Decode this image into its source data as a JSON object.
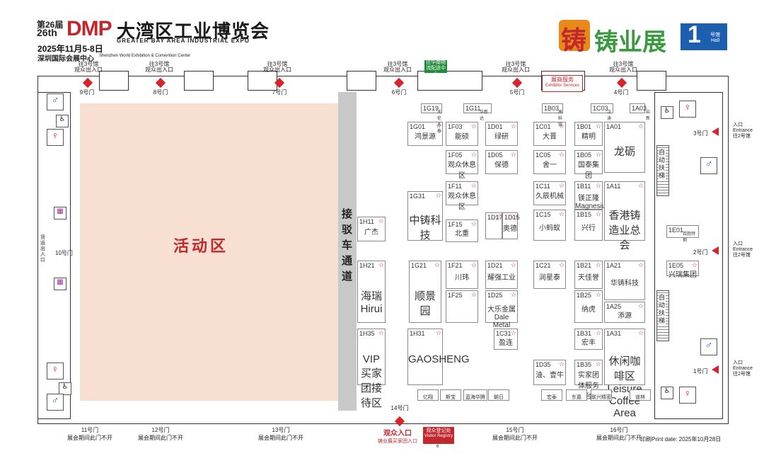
{
  "header": {
    "edition_line1": "第26届",
    "edition_line2": "26th",
    "logo_abbr": "DMP",
    "title_cn": "大湾区工业博览会",
    "title_en": "GREATER BAY AREA INDUSTRIAL EXPO",
    "dates": "2025年11月5-8日",
    "venue_cn": "深圳国际会展中心",
    "venue_en": "Shenzhen World Exhibition & Convention Center",
    "brand_glyph": "铸",
    "brand_name": "铸业展",
    "hall_number": "1",
    "hall_label_cn": "号馆",
    "hall_label_en": "Hall"
  },
  "colors": {
    "activity_area": "#f7dfd1",
    "shuttle_lane": "#c8c8c8",
    "accent_red": "#d8232a",
    "hall_blue": "#1b5fae",
    "brand_green": "#3a9a3f",
    "brand_orange": "#e88a1a"
  },
  "top_gates": [
    {
      "label": "往3号馆\n观众出入口",
      "door": "9号门"
    },
    {
      "label": "往3号馆\n观众出入口",
      "door": "8号门"
    },
    {
      "label": "往3号馆\n观众出入口",
      "door": "7号门"
    },
    {
      "label": "往3号馆\n观众出入口",
      "door": "6号门"
    },
    {
      "label": "往3号馆\n观众出入口",
      "door": "5号门"
    },
    {
      "label": "往3号馆\n观众出入口",
      "door": "4号门"
    }
  ],
  "bottom_gates": [
    {
      "door": "11号门",
      "note": "展会期间此门不开"
    },
    {
      "door": "12号门",
      "note": "展会期间此门不开"
    },
    {
      "door": "13号门",
      "note": "展会期间此门不开"
    },
    {
      "door": "14号门",
      "note": ""
    },
    {
      "door": "15号门",
      "note": "展会期间此门不开"
    },
    {
      "door": "16号门",
      "note": "展会期间此门不开"
    }
  ],
  "right_gates": [
    {
      "door": "3号门",
      "entrance_cn": "入口",
      "entrance_en": "Entrance",
      "to": "往2号馆"
    },
    {
      "door": "2号门",
      "entrance_cn": "入口",
      "entrance_en": "Entrance",
      "to": "往2号馆"
    },
    {
      "door": "1号门",
      "entrance_cn": "入口",
      "entrance_en": "Entrance",
      "to": "往2号馆"
    }
  ],
  "left_gate": {
    "door": "10号门",
    "side_label": "货运出入口"
  },
  "green_top": "往华南物流配送中心",
  "exhibitor_services": {
    "cn": "展商服务",
    "en": "Exhibitor Services"
  },
  "visitor_entrance": {
    "cn": "观众入口",
    "sub": "铸业展买家团入口"
  },
  "visitor_registry": {
    "cn": "观众登记处",
    "en": "Visitor Registry",
    "num": "6"
  },
  "activity_area": "活动区",
  "shuttle_lane": "接驳车通道",
  "print_date": "印刷Print date: 2025年10月28日",
  "escalator": "自动扶梯",
  "booths": [
    {
      "id": "1G01",
      "name": "鸿景源"
    },
    {
      "id": "1F03",
      "name": "能硕"
    },
    {
      "id": "1D01",
      "name": "绿研"
    },
    {
      "id": "1C01",
      "name": "大晋"
    },
    {
      "id": "1B01",
      "name": "精明"
    },
    {
      "id": "1A01",
      "name": "龙砺"
    },
    {
      "id": "1F05",
      "name": "观众休息区"
    },
    {
      "id": "1D05",
      "name": "保德"
    },
    {
      "id": "1C05",
      "name": "舍一"
    },
    {
      "id": "1B05",
      "name": "国泰集团"
    },
    {
      "id": "1G31",
      "name": "中铸科技"
    },
    {
      "id": "1F11",
      "name": "观众休息区"
    },
    {
      "id": "1C11",
      "name": "久辰机械"
    },
    {
      "id": "1B11",
      "name": "镁正隆 Magnesium"
    },
    {
      "id": "1A11",
      "name": "香港铸造业总会"
    },
    {
      "id": "1H11",
      "name": "广杰"
    },
    {
      "id": "1F15",
      "name": "北重"
    },
    {
      "id": "1D17",
      "name": ""
    },
    {
      "id": "1D15",
      "name": "奥德"
    },
    {
      "id": "1C15",
      "name": "小蚂蚁"
    },
    {
      "id": "1B15",
      "name": "兴行"
    },
    {
      "id": "1E01",
      "name": "百胜特钢"
    },
    {
      "id": "1H21",
      "name": "海瑞 Hirui"
    },
    {
      "id": "1G21",
      "name": "顺景园"
    },
    {
      "id": "1F21",
      "name": "川玮"
    },
    {
      "id": "1D21",
      "name": "耀强工业"
    },
    {
      "id": "1C21",
      "name": "润星泰"
    },
    {
      "id": "1B21",
      "name": "天佳誉"
    },
    {
      "id": "1A21",
      "name": "华铸科技"
    },
    {
      "id": "1E05",
      "name": "兴瑞集团"
    },
    {
      "id": "1F25",
      "name": ""
    },
    {
      "id": "1D25",
      "name": "大乐金属 Dale Metal"
    },
    {
      "id": "1B25",
      "name": "纳虎"
    },
    {
      "id": "1A25",
      "name": "添源"
    },
    {
      "id": "1H35",
      "name": "VIP 买家团接待区"
    },
    {
      "id": "1H31",
      "name": "GAOSHENG"
    },
    {
      "id": "1C31",
      "name": "盈连"
    },
    {
      "id": "1B31",
      "name": "宏丰"
    },
    {
      "id": "1A31",
      "name": "休闲咖啡区 Leisure Coffee Area"
    },
    {
      "id": "1D35",
      "name": "油、壹牛"
    },
    {
      "id": "1B35",
      "name": "实家团体服务台"
    },
    {
      "id": "1G19",
      "name": "天伦永泰"
    },
    {
      "id": "1G11",
      "name": "华新达"
    },
    {
      "id": "1C03",
      "name": "汉涛"
    },
    {
      "id": "1B03",
      "name": "高科铭"
    },
    {
      "id": "1A03",
      "name": "启新"
    }
  ],
  "bottom_strip": [
    "亿翔",
    "斯宝",
    "蓝海华腾",
    "朝日",
    "宏泰",
    "东嘉",
    "联兴精密",
    "道林"
  ]
}
